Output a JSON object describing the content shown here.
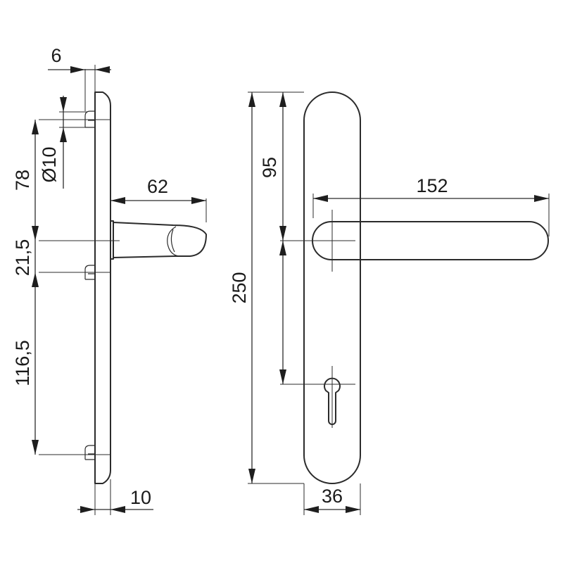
{
  "dimensions": {
    "screw_offset": "6",
    "screw_hole_diameter": "Ø10",
    "top_to_handle": "78",
    "handle_to_screw": "21,5",
    "screw_to_screw": "116,5",
    "plate_thickness": "10",
    "handle_projection": "62",
    "overall_height": "250",
    "handle_to_cylinder": "95",
    "handle_length": "152",
    "plate_width": "36"
  }
}
